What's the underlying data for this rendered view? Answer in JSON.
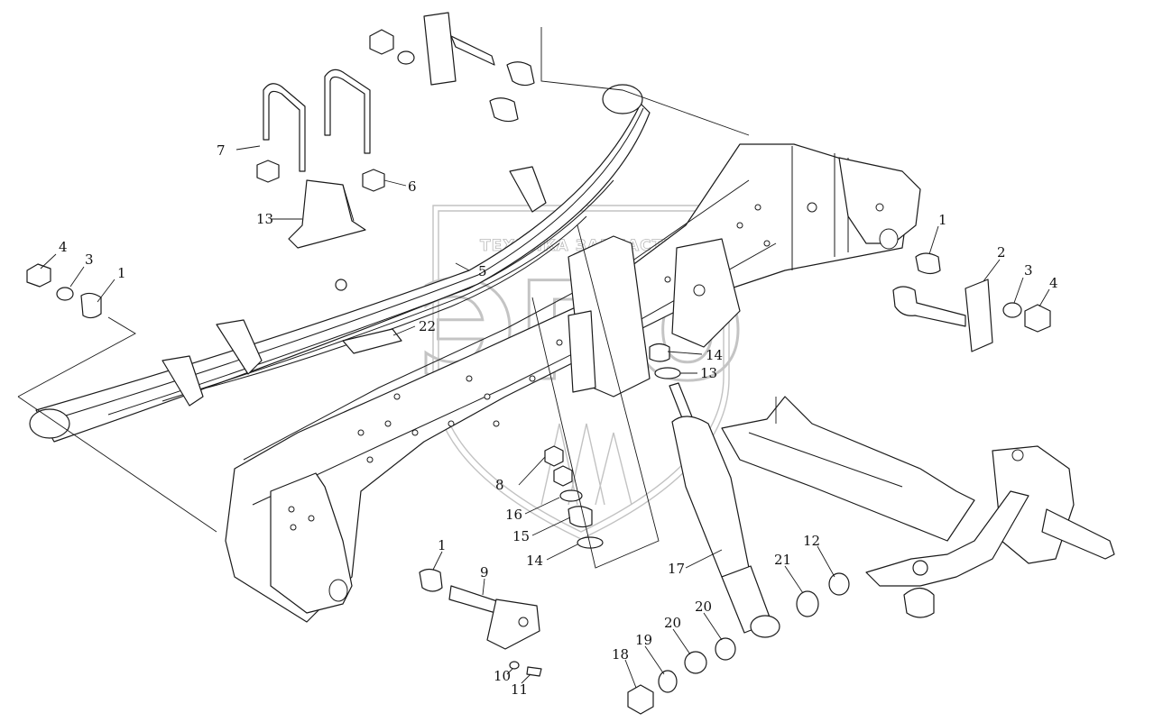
{
  "watermark": {
    "logo_text": "ТЕХНИКА  ЗАПЧАСТИ",
    "logo_letters": "ЭПО"
  },
  "callouts": [
    {
      "id": "c1a",
      "label": "1"
    },
    {
      "id": "c1b",
      "label": "1"
    },
    {
      "id": "c1c",
      "label": "1"
    },
    {
      "id": "c2",
      "label": "2"
    },
    {
      "id": "c3a",
      "label": "3"
    },
    {
      "id": "c3b",
      "label": "3"
    },
    {
      "id": "c4a",
      "label": "4"
    },
    {
      "id": "c4b",
      "label": "4"
    },
    {
      "id": "c5",
      "label": "5"
    },
    {
      "id": "c6",
      "label": "6"
    },
    {
      "id": "c7",
      "label": "7"
    },
    {
      "id": "c8",
      "label": "8"
    },
    {
      "id": "c9",
      "label": "9"
    },
    {
      "id": "c10",
      "label": "10"
    },
    {
      "id": "c11",
      "label": "11"
    },
    {
      "id": "c12",
      "label": "12"
    },
    {
      "id": "c13a",
      "label": "13"
    },
    {
      "id": "c13b",
      "label": "13"
    },
    {
      "id": "c14a",
      "label": "14"
    },
    {
      "id": "c14b",
      "label": "14"
    },
    {
      "id": "c15",
      "label": "15"
    },
    {
      "id": "c16",
      "label": "16"
    },
    {
      "id": "c17",
      "label": "17"
    },
    {
      "id": "c18",
      "label": "18"
    },
    {
      "id": "c19",
      "label": "19"
    },
    {
      "id": "c20a",
      "label": "20"
    },
    {
      "id": "c20b",
      "label": "20"
    },
    {
      "id": "c21",
      "label": "21"
    },
    {
      "id": "c22",
      "label": "22"
    }
  ]
}
